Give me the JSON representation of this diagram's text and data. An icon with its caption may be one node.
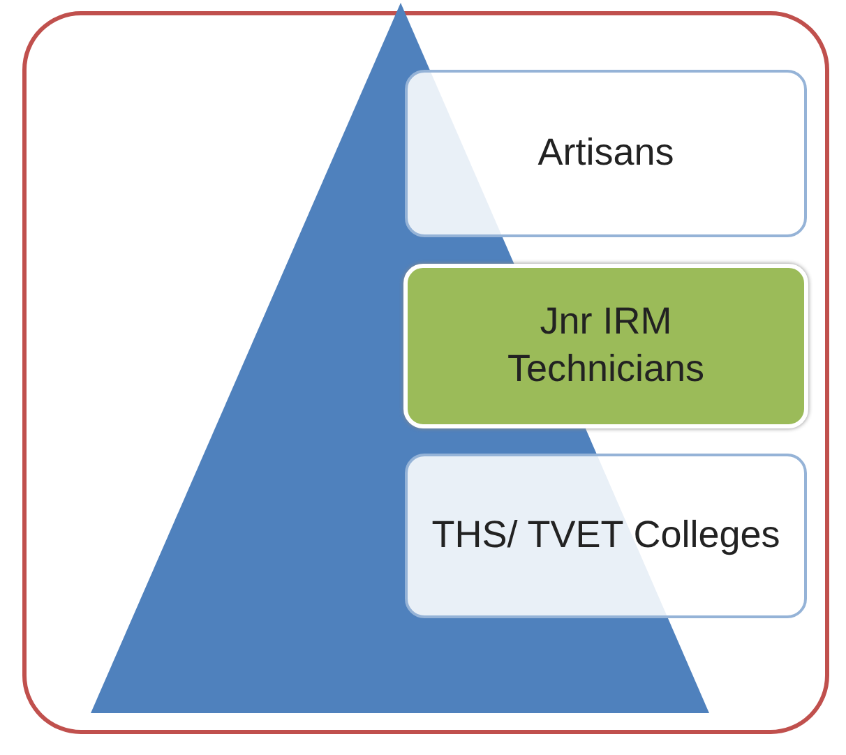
{
  "diagram": {
    "nodes": [
      {
        "text": [
          "Artisans"
        ]
      },
      {
        "text": [
          "Jnr IRM Technicians"
        ]
      },
      {
        "text": [
          "THS/ TVET Colleges"
        ]
      }
    ]
  }
}
